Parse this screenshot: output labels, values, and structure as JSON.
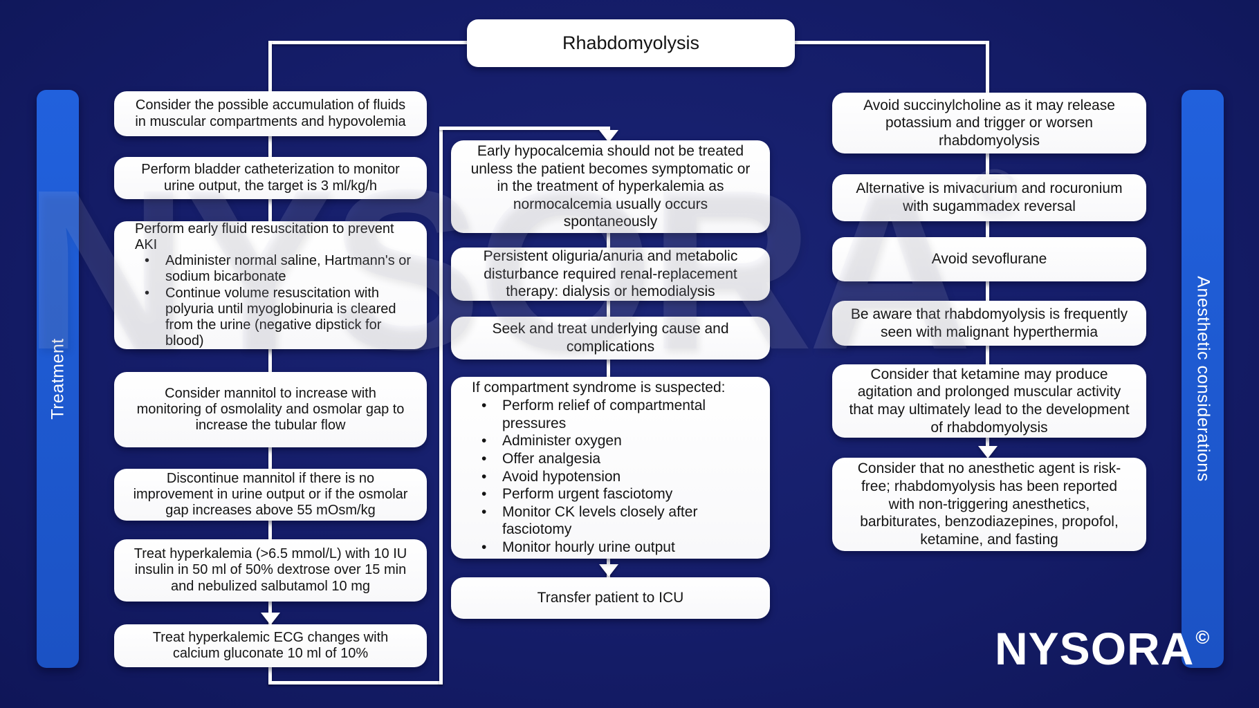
{
  "title": "Rhabdomyolysis",
  "sidebars": {
    "left_label": "Treatment",
    "right_label": "Anesthetic considerations"
  },
  "watermark": {
    "text": "NYSORA",
    "symbol": "©"
  },
  "logo": {
    "text": "NYSORA",
    "symbol": "©"
  },
  "colors": {
    "background": "#151d69",
    "sidebar_blue": "#1d57cc",
    "box_white": "#ffffff",
    "line_white": "#ffffff",
    "text_dark": "#141414"
  },
  "treatment": {
    "boxes": [
      {
        "text": "Consider the possible accumulation of fluids in muscular compartments and hypovolemia"
      },
      {
        "text": "Perform bladder catheterization to monitor urine output, the target is 3 ml/kg/h"
      },
      {
        "text": "Perform early fluid resuscitation to prevent AKI",
        "bullets": [
          "Administer normal saline, Hartmann's or sodium bicarbonate",
          "Continue volume resuscitation with polyuria until myoglobinuria is cleared from the urine (negative dipstick for blood)"
        ]
      },
      {
        "text": "Consider mannitol to increase with monitoring of osmolality and osmolar gap to increase the tubular flow"
      },
      {
        "text": "Discontinue mannitol if there is no improvement in urine output or if the osmolar gap increases above 55 mOsm/kg"
      },
      {
        "text": "Treat hyperkalemia (>6.5 mmol/L) with 10 IU insulin in 50 ml of 50% dextrose over 15 min and nebulized salbutamol 10 mg"
      },
      {
        "text": "Treat hyperkalemic ECG changes with calcium gluconate 10 ml of 10%"
      }
    ]
  },
  "management": {
    "boxes": [
      {
        "text": "Early hypocalcemia should not be treated unless the patient becomes symptomatic or in the treatment of hyperkalemia as normocalcemia usually occurs spontaneously"
      },
      {
        "text": "Persistent oliguria/anuria and metabolic disturbance required renal-replacement therapy: dialysis or hemodialysis"
      },
      {
        "text": "Seek and treat underlying cause and complications"
      },
      {
        "text": "If compartment syndrome is suspected:",
        "bullets": [
          "Perform relief of compartmental pressures",
          "Administer oxygen",
          "Offer analgesia",
          "Avoid hypotension",
          "Perform urgent fasciotomy",
          "Monitor CK levels closely after fasciotomy",
          "Monitor hourly urine output"
        ]
      },
      {
        "text": "Transfer patient to ICU"
      }
    ]
  },
  "anesthetic": {
    "boxes": [
      {
        "text": "Avoid succinylcholine as it may release potassium and trigger or worsen rhabdomyolysis"
      },
      {
        "text": "Alternative is mivacurium and rocuronium with sugammadex reversal"
      },
      {
        "text": "Avoid sevoflurane"
      },
      {
        "text": "Be aware that rhabdomyolysis is frequently seen with malignant hyperthermia"
      },
      {
        "text": "Consider that ketamine may produce agitation and prolonged muscular activity that may ultimately lead to the development of rhabdomyolysis"
      },
      {
        "text": "Consider that no anesthetic agent is risk-free; rhabdomyolysis has been reported with non-triggering anesthetics, barbiturates, benzodiazepines, propofol, ketamine, and fasting"
      }
    ]
  }
}
